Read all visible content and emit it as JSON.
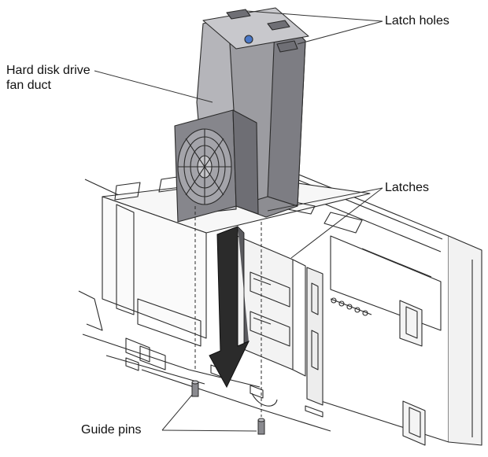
{
  "diagram": {
    "callouts": {
      "latch_holes": "Latch holes",
      "hdd_fan_duct_line1": "Hard disk drive",
      "hdd_fan_duct_line2": "fan duct",
      "latches": "Latches",
      "guide_pins": "Guide pins"
    },
    "colors": {
      "duct_gray": "#9c9ca1",
      "duct_dark": "#7d7d83",
      "chassis_line": "#2a2a2a",
      "arrow": "#2b2b2b",
      "latch_hole_blue": "#4a78c8"
    }
  }
}
